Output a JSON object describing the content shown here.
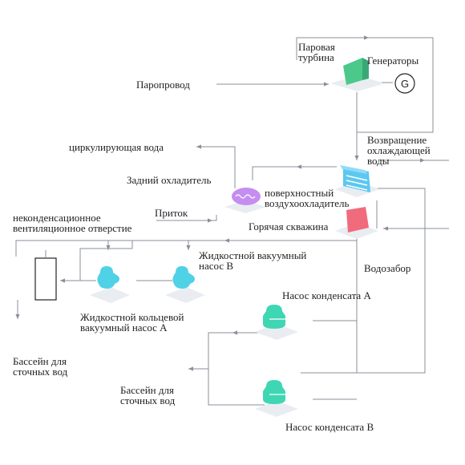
{
  "labels": {
    "steam_turbine": "Паровая\nтурбина",
    "generators": "Генераторы",
    "generator_symbol": "G",
    "steam_pipe": "Паропровод",
    "return_cooling_water": "Возвращение\nохлаждающей\nводы",
    "circulating_water": "циркулирующая вода",
    "rear_cooler": "Задний охладитель",
    "surface_air_cooler": "поверхностный\nвоздухоохладитель",
    "inflow": "Приток",
    "hot_well": "Горячая скважина",
    "noncondensing_vent": "неконденсационное\nвентиляционное отверстие",
    "liquid_vacuum_pump_b": "Жидкостной вакуумный\nнасос В",
    "water_intake": "Водозабор",
    "liquid_ring_vacuum_pump_a": "Жидкостной кольцевой\nвакуумный насос А",
    "condensate_pump_a": "Насос конденсата А",
    "sewage_basin_left": "Бассейн для\nсточных вод",
    "sewage_basin_center": "Бассейн для\nсточных вод",
    "condensate_pump_b": "Насос конденсата В"
  },
  "colors": {
    "line": "#8a8f98",
    "turbine": "#4cc98a",
    "cooler": "#c58df0",
    "air_cooler": "#5cc8f0",
    "hot_well": "#f06b7c",
    "pump_cyan": "#4fd1e6",
    "pump_teal": "#3fd6b4",
    "base": "#e9edf1"
  }
}
